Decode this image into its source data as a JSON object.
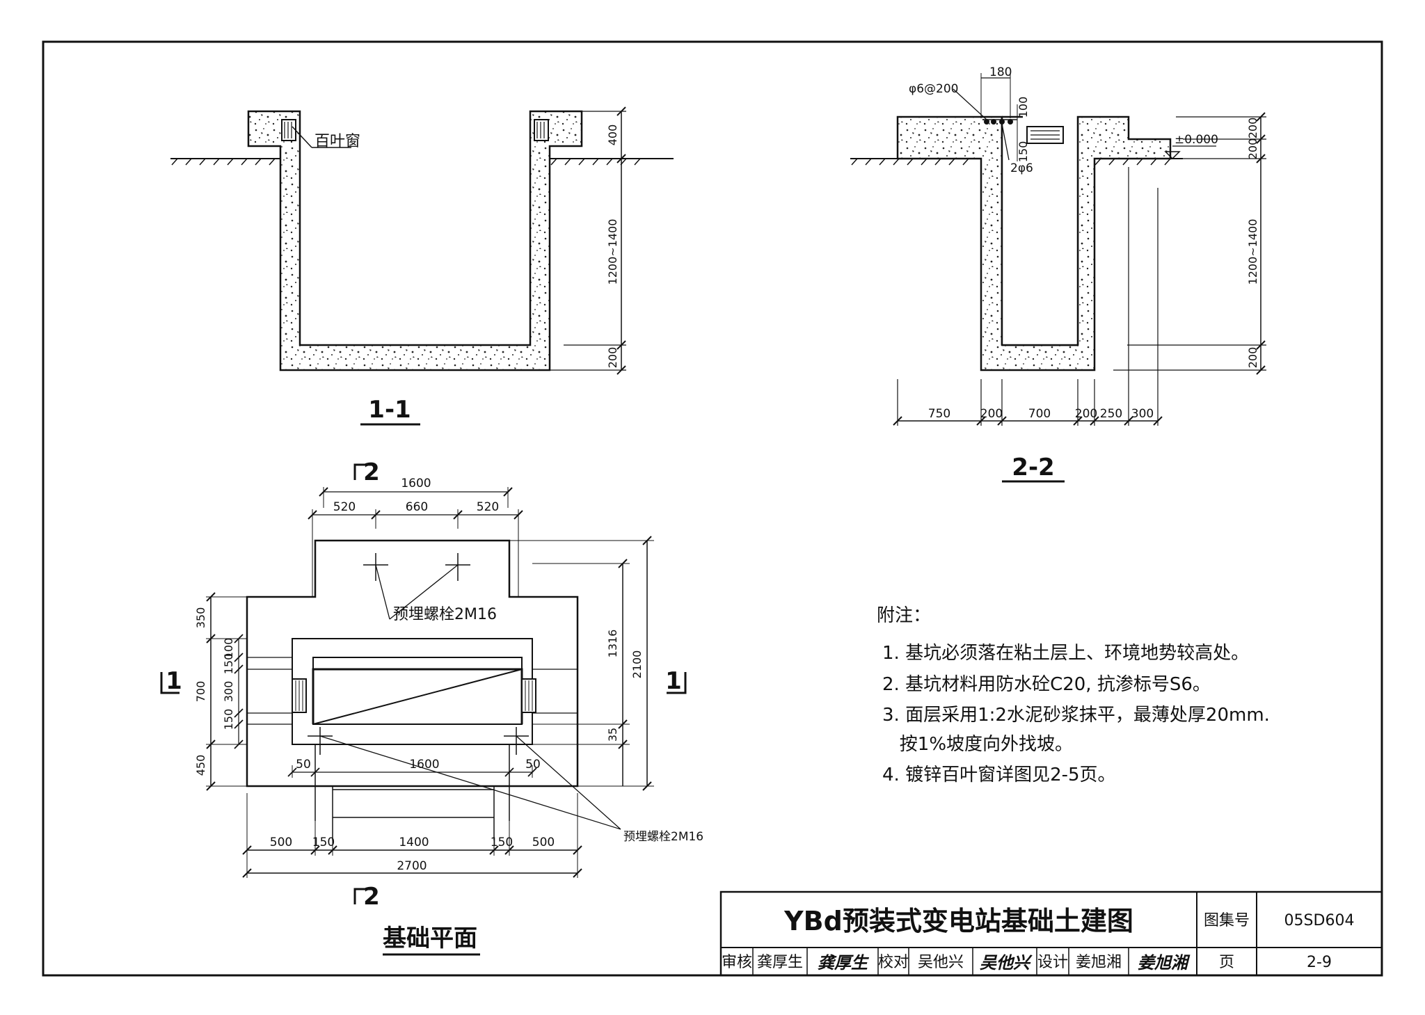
{
  "section_1_1": {
    "title": "1-1",
    "louver_label": "百叶窗",
    "dims": {
      "top": "400",
      "depth": "1200~1400",
      "bottom": "200"
    }
  },
  "section_2_2": {
    "title": "2-2",
    "rebar_top": "φ6@200",
    "rebar_side": "2φ6",
    "elevation": "±0.000",
    "dim_180": "180",
    "dim_100": "100",
    "dim_150": "150",
    "right_dims": {
      "d1": "200",
      "d2": "200",
      "depth": "1200~1400",
      "bottom": "200"
    },
    "bottom_dims": [
      "750",
      "200",
      "700",
      "200",
      "250",
      "300"
    ]
  },
  "plan": {
    "title": "基础平面",
    "cut_2": "2",
    "cut_1": "1",
    "top_dims": {
      "total": "1600",
      "a": "520",
      "b": "660",
      "c": "520"
    },
    "bolt_label_top": "预埋螺栓2M16",
    "bolt_label_bottom": "预埋螺栓2M16",
    "left_dims": [
      "350",
      "700",
      "450"
    ],
    "inner_left_dims": [
      "100",
      "150",
      "300",
      "150"
    ],
    "right_dims": {
      "d1316": "1316",
      "d2100": "2100",
      "d35": "35"
    },
    "mid_dims": {
      "d50a": "50",
      "d1600": "1600",
      "d50b": "50"
    },
    "bottom_dims": [
      "500",
      "150",
      "1400",
      "150",
      "500"
    ],
    "total": "2700"
  },
  "notes": {
    "heading": "附注：",
    "items": [
      "1. 基坑必须落在粘土层上、环境地势较高处。",
      "2. 基坑材料用防水砼C20, 抗渗标号S6。",
      "3. 面层采用1:2水泥砂浆抹平，最薄处厚20mm.",
      "   按1%坡度向外找坡。",
      "4. 镀锌百叶窗详图见2-5页。"
    ]
  },
  "title_block": {
    "title": "YBd预装式变电站基础土建图",
    "atlas_label": "图集号",
    "atlas_no": "05SD604",
    "page_label": "页",
    "page_no": "2-9",
    "review_label": "审核",
    "reviewer": "龚厚生",
    "reviewer_sig": "龚厚生",
    "check_label": "校对",
    "checker": "吴他兴",
    "checker_sig": "吴他兴",
    "design_label": "设计",
    "designer": "姜旭湘",
    "designer_sig": "姜旭湘"
  }
}
